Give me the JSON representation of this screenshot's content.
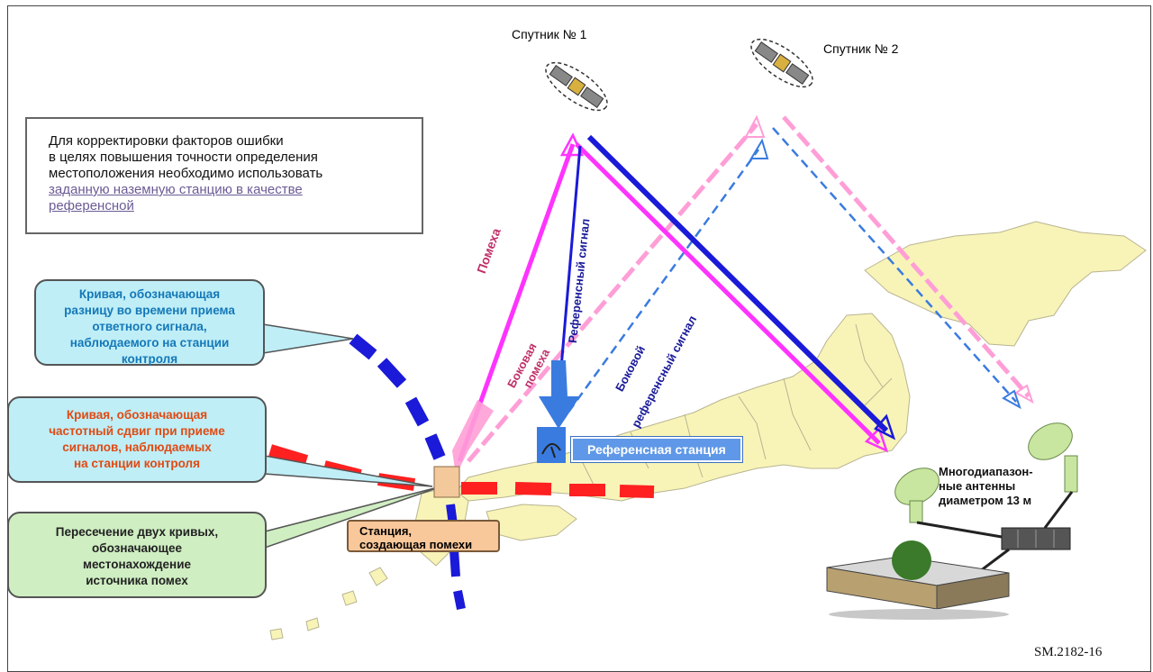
{
  "satellite_1_label": "Спутник № 1",
  "satellite_2_label": "Спутник № 2",
  "info_box": {
    "line1": "Для корректировки факторов ошибки",
    "line2": "в целях повышения точности определения",
    "line3": "местоположения необходимо использовать",
    "link_line1": "заданную наземную станцию в качестве",
    "link_line2": "референсной"
  },
  "callout_blue": [
    "Кривая, обозначающая",
    "разницу во времени приема",
    "ответного сигнала,",
    "наблюдаемого на станции",
    "контроля"
  ],
  "callout_red": [
    "Кривая, обозначающая",
    "частотный сдвиг при приеме",
    "сигналов, наблюдаемых",
    "на станции контроля"
  ],
  "callout_green": [
    "Пересечение двух кривых,",
    "обозначающее",
    "местонахождение",
    "источника помех"
  ],
  "labels": {
    "interference": "Помеха",
    "side_interference_1": "Боковая",
    "side_interference_2": "помеха",
    "reference_signal": "Референсный сигнал",
    "side_ref_1": "Боковой",
    "side_ref_2": "референсный сигнал"
  },
  "reference_station_label": "Референсная станция",
  "interferer_station": [
    "Станция,",
    "создающая помехи"
  ],
  "antenna_label": [
    "Многодиапазон-",
    "ные антенны",
    "диаметром 13 м"
  ],
  "figure_id": "SM.2182-16",
  "colors": {
    "magenta": "#ff33ff",
    "pink": "#ff9ed6",
    "dark_blue": "#1a1ad8",
    "mid_blue": "#3a7be0",
    "red_dash": "#ff2020",
    "land": "#f8f4b8"
  }
}
